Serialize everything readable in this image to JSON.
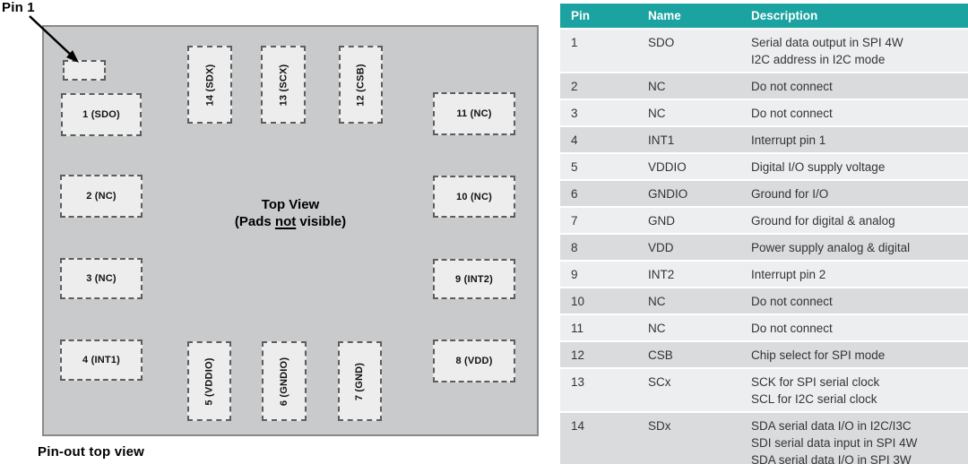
{
  "colors": {
    "table_header_teal": "#1aa3a0",
    "table_row_light": "#eceeef",
    "table_row_dark": "#d9dbdc",
    "chip_fill": "#c9cacb",
    "pad_fill": "#ededed"
  },
  "diagram": {
    "pin1_label": "Pin 1",
    "center_title": "Top View",
    "center_sub_prefix": "(Pads ",
    "center_sub_underlined": "not",
    "center_sub_suffix": " visible)",
    "caption": "Pin-out top view",
    "pads": [
      "1 (SDO)",
      "2 (NC)",
      "3 (NC)",
      "4 (INT1)",
      "5 (VDDIO)",
      "6 (GNDIO)",
      "7 (GND)",
      "8 (VDD)",
      "9 (INT2)",
      "10 (NC)",
      "11 (NC)",
      "12 (CSB)",
      "13 (SCX)",
      "14 (SDX)"
    ]
  },
  "table": {
    "columns": [
      "Pin",
      "Name",
      "Description"
    ],
    "rows": [
      {
        "pin": "1",
        "name": "SDO",
        "description": [
          "Serial data output in SPI 4W",
          "I2C address in I2C mode"
        ]
      },
      {
        "pin": "2",
        "name": "NC",
        "description": [
          "Do not connect"
        ]
      },
      {
        "pin": "3",
        "name": "NC",
        "description": [
          "Do not connect"
        ]
      },
      {
        "pin": "4",
        "name": "INT1",
        "description": [
          "Interrupt pin 1"
        ]
      },
      {
        "pin": "5",
        "name": "VDDIO",
        "description": [
          "Digital I/O supply voltage"
        ]
      },
      {
        "pin": "6",
        "name": "GNDIO",
        "description": [
          "Ground for I/O"
        ]
      },
      {
        "pin": "7",
        "name": "GND",
        "description": [
          "Ground for digital & analog"
        ]
      },
      {
        "pin": "8",
        "name": "VDD",
        "description": [
          "Power supply analog & digital"
        ]
      },
      {
        "pin": "9",
        "name": "INT2",
        "description": [
          "Interrupt pin 2"
        ]
      },
      {
        "pin": "10",
        "name": "NC",
        "description": [
          "Do not connect"
        ]
      },
      {
        "pin": "11",
        "name": "NC",
        "description": [
          "Do not connect"
        ]
      },
      {
        "pin": "12",
        "name": "CSB",
        "description": [
          "Chip select for SPI mode"
        ]
      },
      {
        "pin": "13",
        "name": "SCx",
        "description": [
          "SCK for SPI serial clock",
          "SCL for I2C serial clock"
        ]
      },
      {
        "pin": "14",
        "name": "SDx",
        "description": [
          "SDA serial data I/O in I2C/I3C",
          "SDI serial data input in SPI 4W",
          "SDA serial data I/O in SPI 3W"
        ]
      }
    ]
  }
}
